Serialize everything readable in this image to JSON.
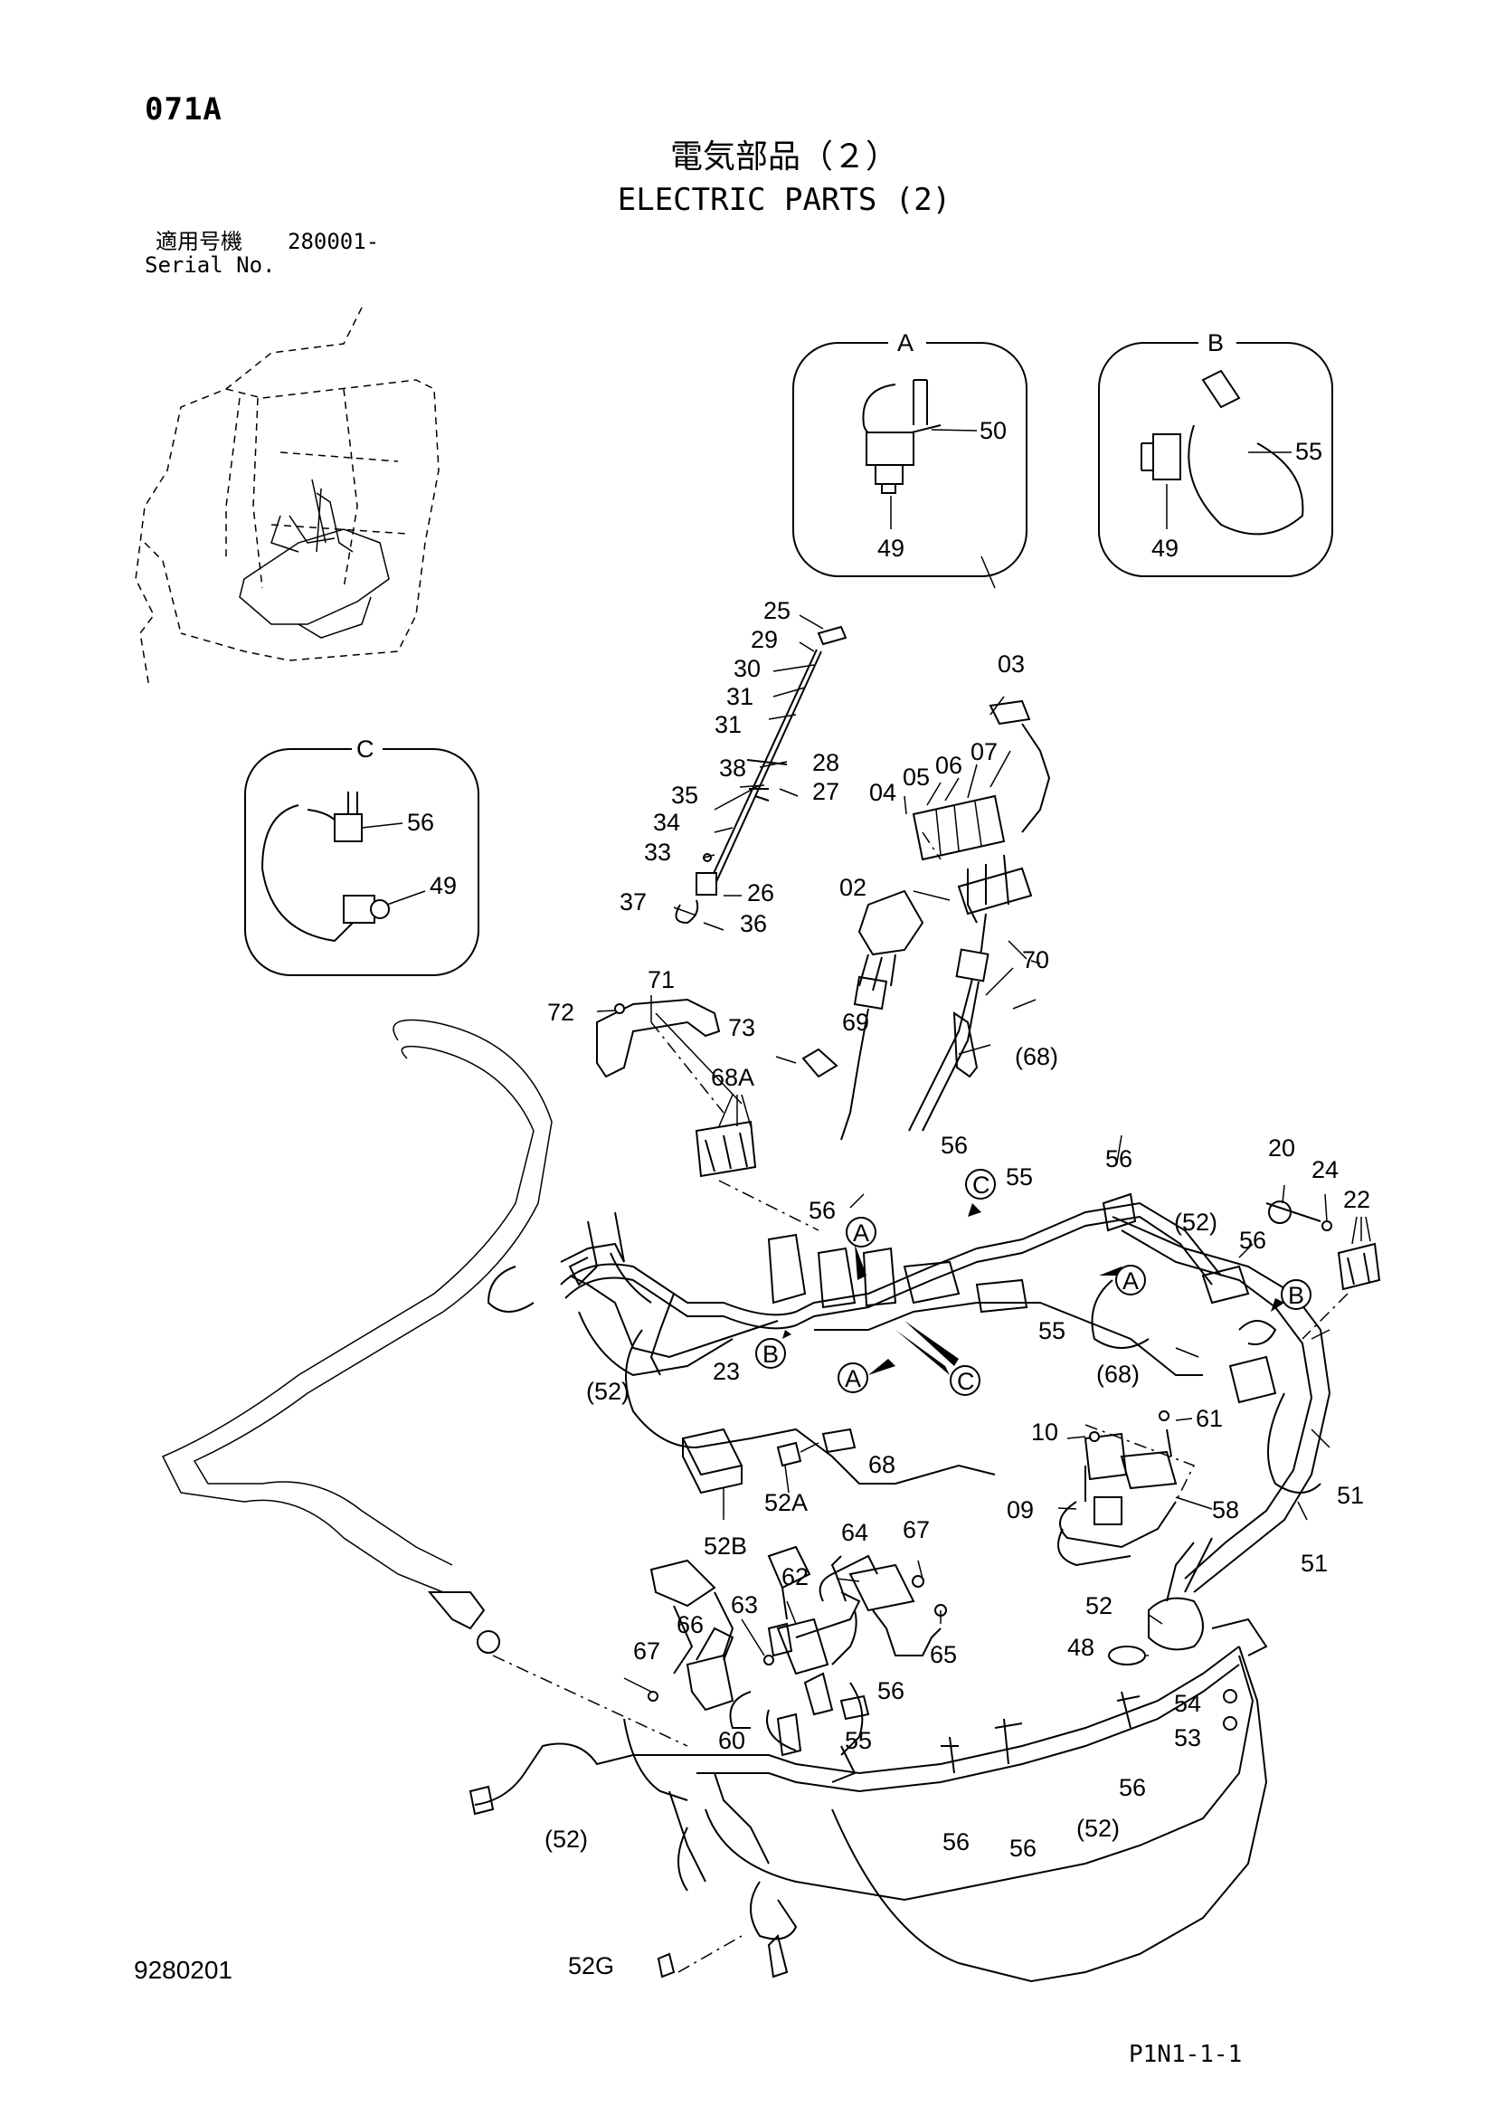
{
  "header": {
    "code": "071A",
    "title_jp": "電気部品（２）",
    "title_en": "ELECTRIC PARTS (2)",
    "serial_label_jp": "適用号機",
    "serial_number": "280001-",
    "serial_label_en": "Serial No."
  },
  "details": {
    "a": {
      "letter": "A",
      "parts": [
        "50",
        "49"
      ]
    },
    "b": {
      "letter": "B",
      "parts": [
        "55",
        "49"
      ]
    },
    "c": {
      "letter": "C",
      "parts": [
        "56",
        "49"
      ]
    }
  },
  "callouts": {
    "c25": "25",
    "c29": "29",
    "c30": "30",
    "c31a": "31",
    "c31b": "31",
    "c28": "28",
    "c38": "38",
    "c27": "27",
    "c35": "35",
    "c34": "34",
    "c33": "33",
    "c26": "26",
    "c37": "37",
    "c36": "36",
    "c03": "03",
    "c04": "04",
    "c05": "05",
    "c06": "06",
    "c07": "07",
    "c02": "02",
    "c70": "70",
    "c69": "69",
    "c68p1": "(68)",
    "c71": "71",
    "c72": "72",
    "c73": "73",
    "c68A": "68A",
    "c56a": "56",
    "c56b": "56",
    "c56c": "56",
    "c56d": "56",
    "c56e": "56",
    "c56f": "56",
    "c56g": "56",
    "c56h": "56",
    "c55a": "55",
    "c55b": "55",
    "c55c": "55",
    "c52p1": "(52)",
    "c52p2": "(52)",
    "c52p3": "(52)",
    "c52p4": "(52)",
    "c20": "20",
    "c24": "24",
    "c22": "22",
    "c23": "23",
    "c68p2": "(68)",
    "c68": "68",
    "c10": "10",
    "c61": "61",
    "c09": "09",
    "c58": "58",
    "c51a": "51",
    "c51b": "51",
    "c52A": "52A",
    "c52B": "52B",
    "c64": "64",
    "c67a": "67",
    "c62": "62",
    "c63": "63",
    "c66": "66",
    "c65": "65",
    "c67b": "67",
    "c52": "52",
    "c48": "48",
    "c54": "54",
    "c53": "53",
    "c60": "60",
    "c52G": "52G"
  },
  "flags": {
    "fA1": "A",
    "fA2": "A",
    "fA3": "A",
    "fB1": "B",
    "fB2": "B",
    "fC1": "C",
    "fC2": "C"
  },
  "footer": {
    "doc_number": "9280201",
    "page_ref": "P1N1-1-1"
  }
}
